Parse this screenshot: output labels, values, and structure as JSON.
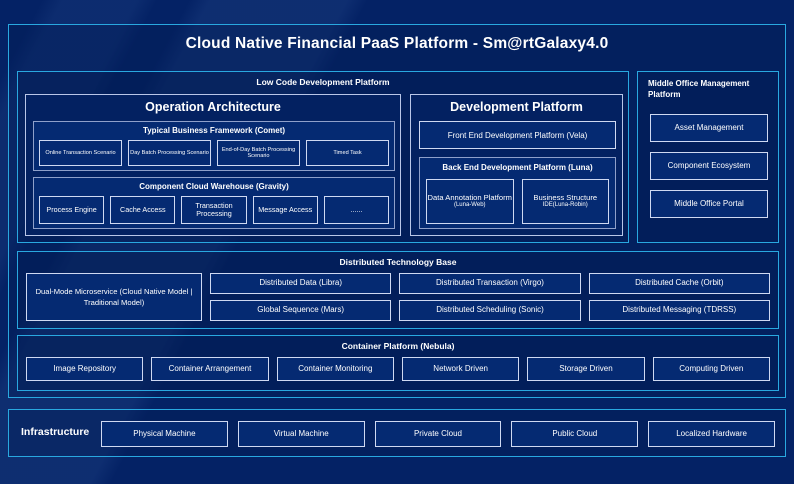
{
  "app": {
    "title": "Cloud Native Financial PaaS Platform - Sm@rtGalaxy4.0",
    "accent_color": "#29a8e0",
    "background_color": "#042265",
    "chip_fill_color": "#052a72",
    "chip_border_color": "#cfd9f2"
  },
  "low_code": {
    "title": "Low Code Development Platform",
    "operation_architecture": {
      "title": "Operation Architecture",
      "comet": {
        "title": "Typical Business Framework (Comet)",
        "items": [
          "Online Transaction Scenario",
          "Day Batch Processing Scenario",
          "End-of-Day Batch Processing Scenario",
          "Timed Task"
        ]
      },
      "gravity": {
        "title": "Component Cloud Warehouse (Gravity)",
        "items": [
          "Process Engine",
          "Cache Access",
          "Transaction Processing",
          "Message Access",
          "......"
        ]
      }
    },
    "development_platform": {
      "title": "Development Platform",
      "front_end": "Front End Development Platform (Vela)",
      "back_end": {
        "title": "Back End Development Platform (Luna)",
        "items": [
          {
            "name": "Data Annotation Platform",
            "sub": "(Luna-Web)"
          },
          {
            "name": "Business Structure",
            "sub": "IDE(Luna-Robin)"
          }
        ]
      }
    }
  },
  "middle_office": {
    "title": "Middle Office Management Platform",
    "items": [
      "Asset Management",
      "Component Ecosystem",
      "Middle Office Portal"
    ]
  },
  "distributed_technology_base": {
    "title": "Distributed Technology Base",
    "dual_mode": "Dual-Mode Microservice (Cloud Native Model | Traditional Model)",
    "columns": [
      {
        "top": "Distributed Data (Libra)",
        "bottom": "Global Sequence (Mars)"
      },
      {
        "top": "Distributed Transaction (Virgo)",
        "bottom": "Distributed Scheduling (Sonic)"
      },
      {
        "top": "Distributed Cache (Orbit)",
        "bottom": "Distributed Messaging (TDRSS)"
      }
    ]
  },
  "container_platform": {
    "title": "Container Platform (Nebula)",
    "items": [
      "Image Repository",
      "Container Arrangement",
      "Container Monitoring",
      "Network Driven",
      "Storage Driven",
      "Computing Driven"
    ]
  },
  "infrastructure": {
    "label": "Infrastructure",
    "items": [
      "Physical Machine",
      "Virtual Machine",
      "Private Cloud",
      "Public Cloud",
      "Localized Hardware"
    ]
  }
}
